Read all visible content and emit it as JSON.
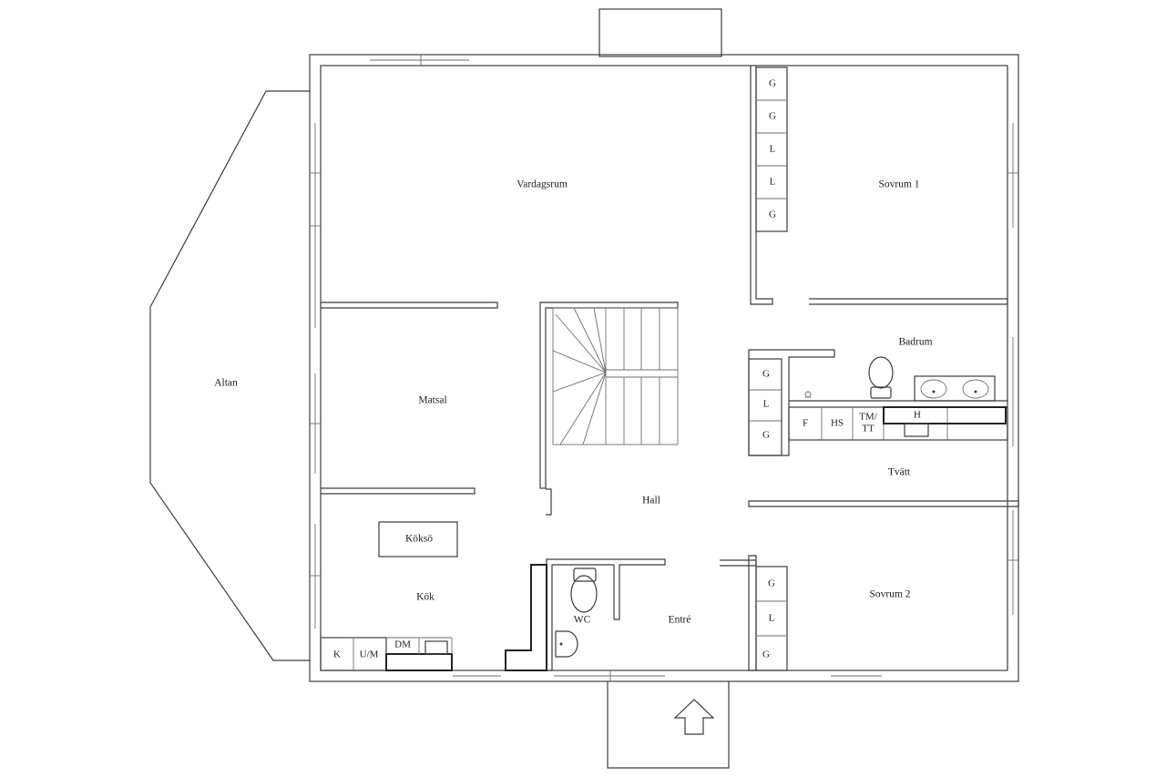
{
  "rooms": {
    "altan": "Altan",
    "vardagsrum": "Vardagsrum",
    "sovrum1": "Sovrum 1",
    "matsal": "Matsal",
    "badrum": "Badrum",
    "tvatt": "Tvätt",
    "hall": "Hall",
    "kokso": "Köksö",
    "kok": "Kök",
    "wc": "WC",
    "entre": "Entré",
    "sovrum2": "Sovrum 2"
  },
  "closets": {
    "sovrum1": [
      "G",
      "G",
      "L",
      "L",
      "G"
    ],
    "hall": [
      "G",
      "L",
      "G"
    ],
    "sovrum2": [
      "G",
      "L",
      "G"
    ]
  },
  "appliances": {
    "f": "F",
    "hs": "HS",
    "tmtt_line1": "TM/",
    "tmtt_line2": "TT",
    "h": "H",
    "k": "K",
    "um": "U/M",
    "dm": "DM"
  }
}
